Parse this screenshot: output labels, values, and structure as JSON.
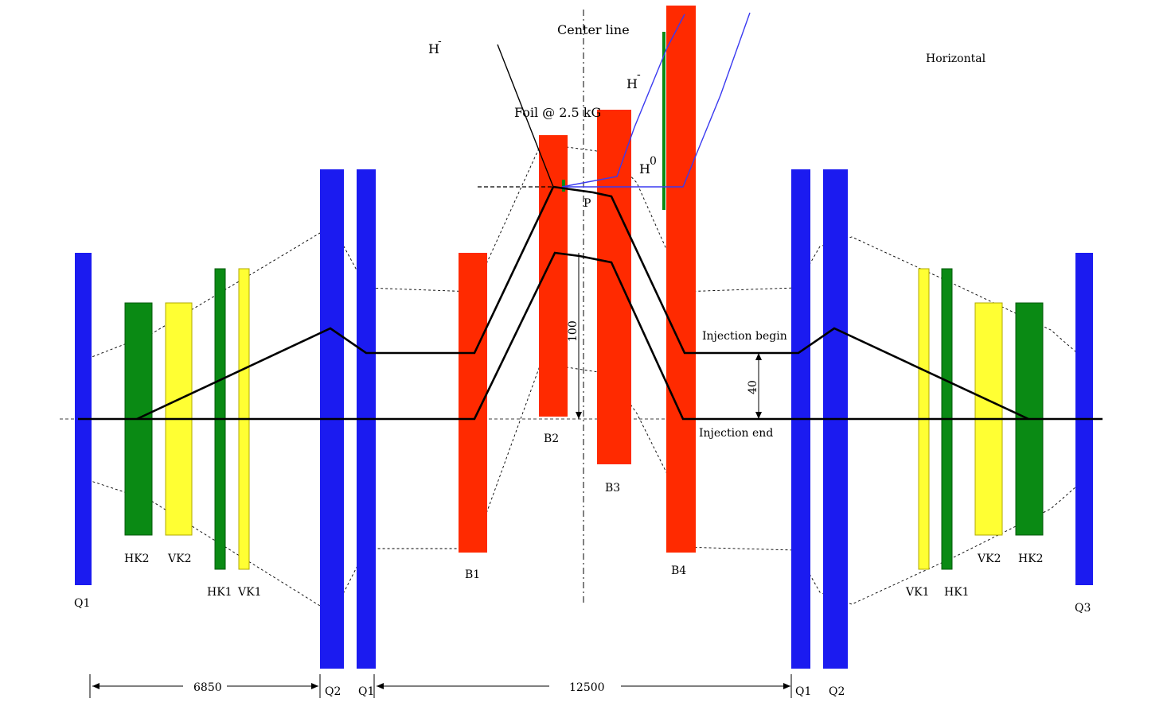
{
  "colors": {
    "quad": "#1b1bf0",
    "bend": "#ff2a00",
    "hkick": "#0a8a14",
    "vkick": "#ffff33",
    "foil": "#0a8a14",
    "hminus_path": "#3a3af0",
    "orbit": "#000000"
  },
  "labels": {
    "center_line": "Center line",
    "horizontal": "Horizontal",
    "h_minus_top": "H",
    "h_minus_sup": "-",
    "h_minus_right": "H",
    "h_minus_right_sup": "-",
    "h_zero": "H",
    "h_zero_sup": "0",
    "foil": "Foil @ 2.5 kG",
    "p": "P",
    "injection_begin": "Injection begin",
    "injection_end": "Injection end",
    "dim_100": "100",
    "dim_40": "40",
    "dim_6850": "6850",
    "dim_12500": "12500"
  },
  "magnets": {
    "left": {
      "q1": "Q1",
      "hk2": "HK2",
      "vk2": "VK2",
      "hk1": "HK1",
      "vk1": "VK1"
    },
    "bends": {
      "b1": "B1",
      "b2": "B2",
      "b3": "B3",
      "b4": "B4"
    },
    "bottom_quads": {
      "q2_left": "Q2",
      "q1_left": "Q1",
      "q1_right": "Q1",
      "q2_right": "Q2"
    },
    "right": {
      "vk1": "VK1",
      "hk1": "HK1",
      "vk2": "VK2",
      "hk2": "HK2",
      "q3": "Q3"
    }
  }
}
